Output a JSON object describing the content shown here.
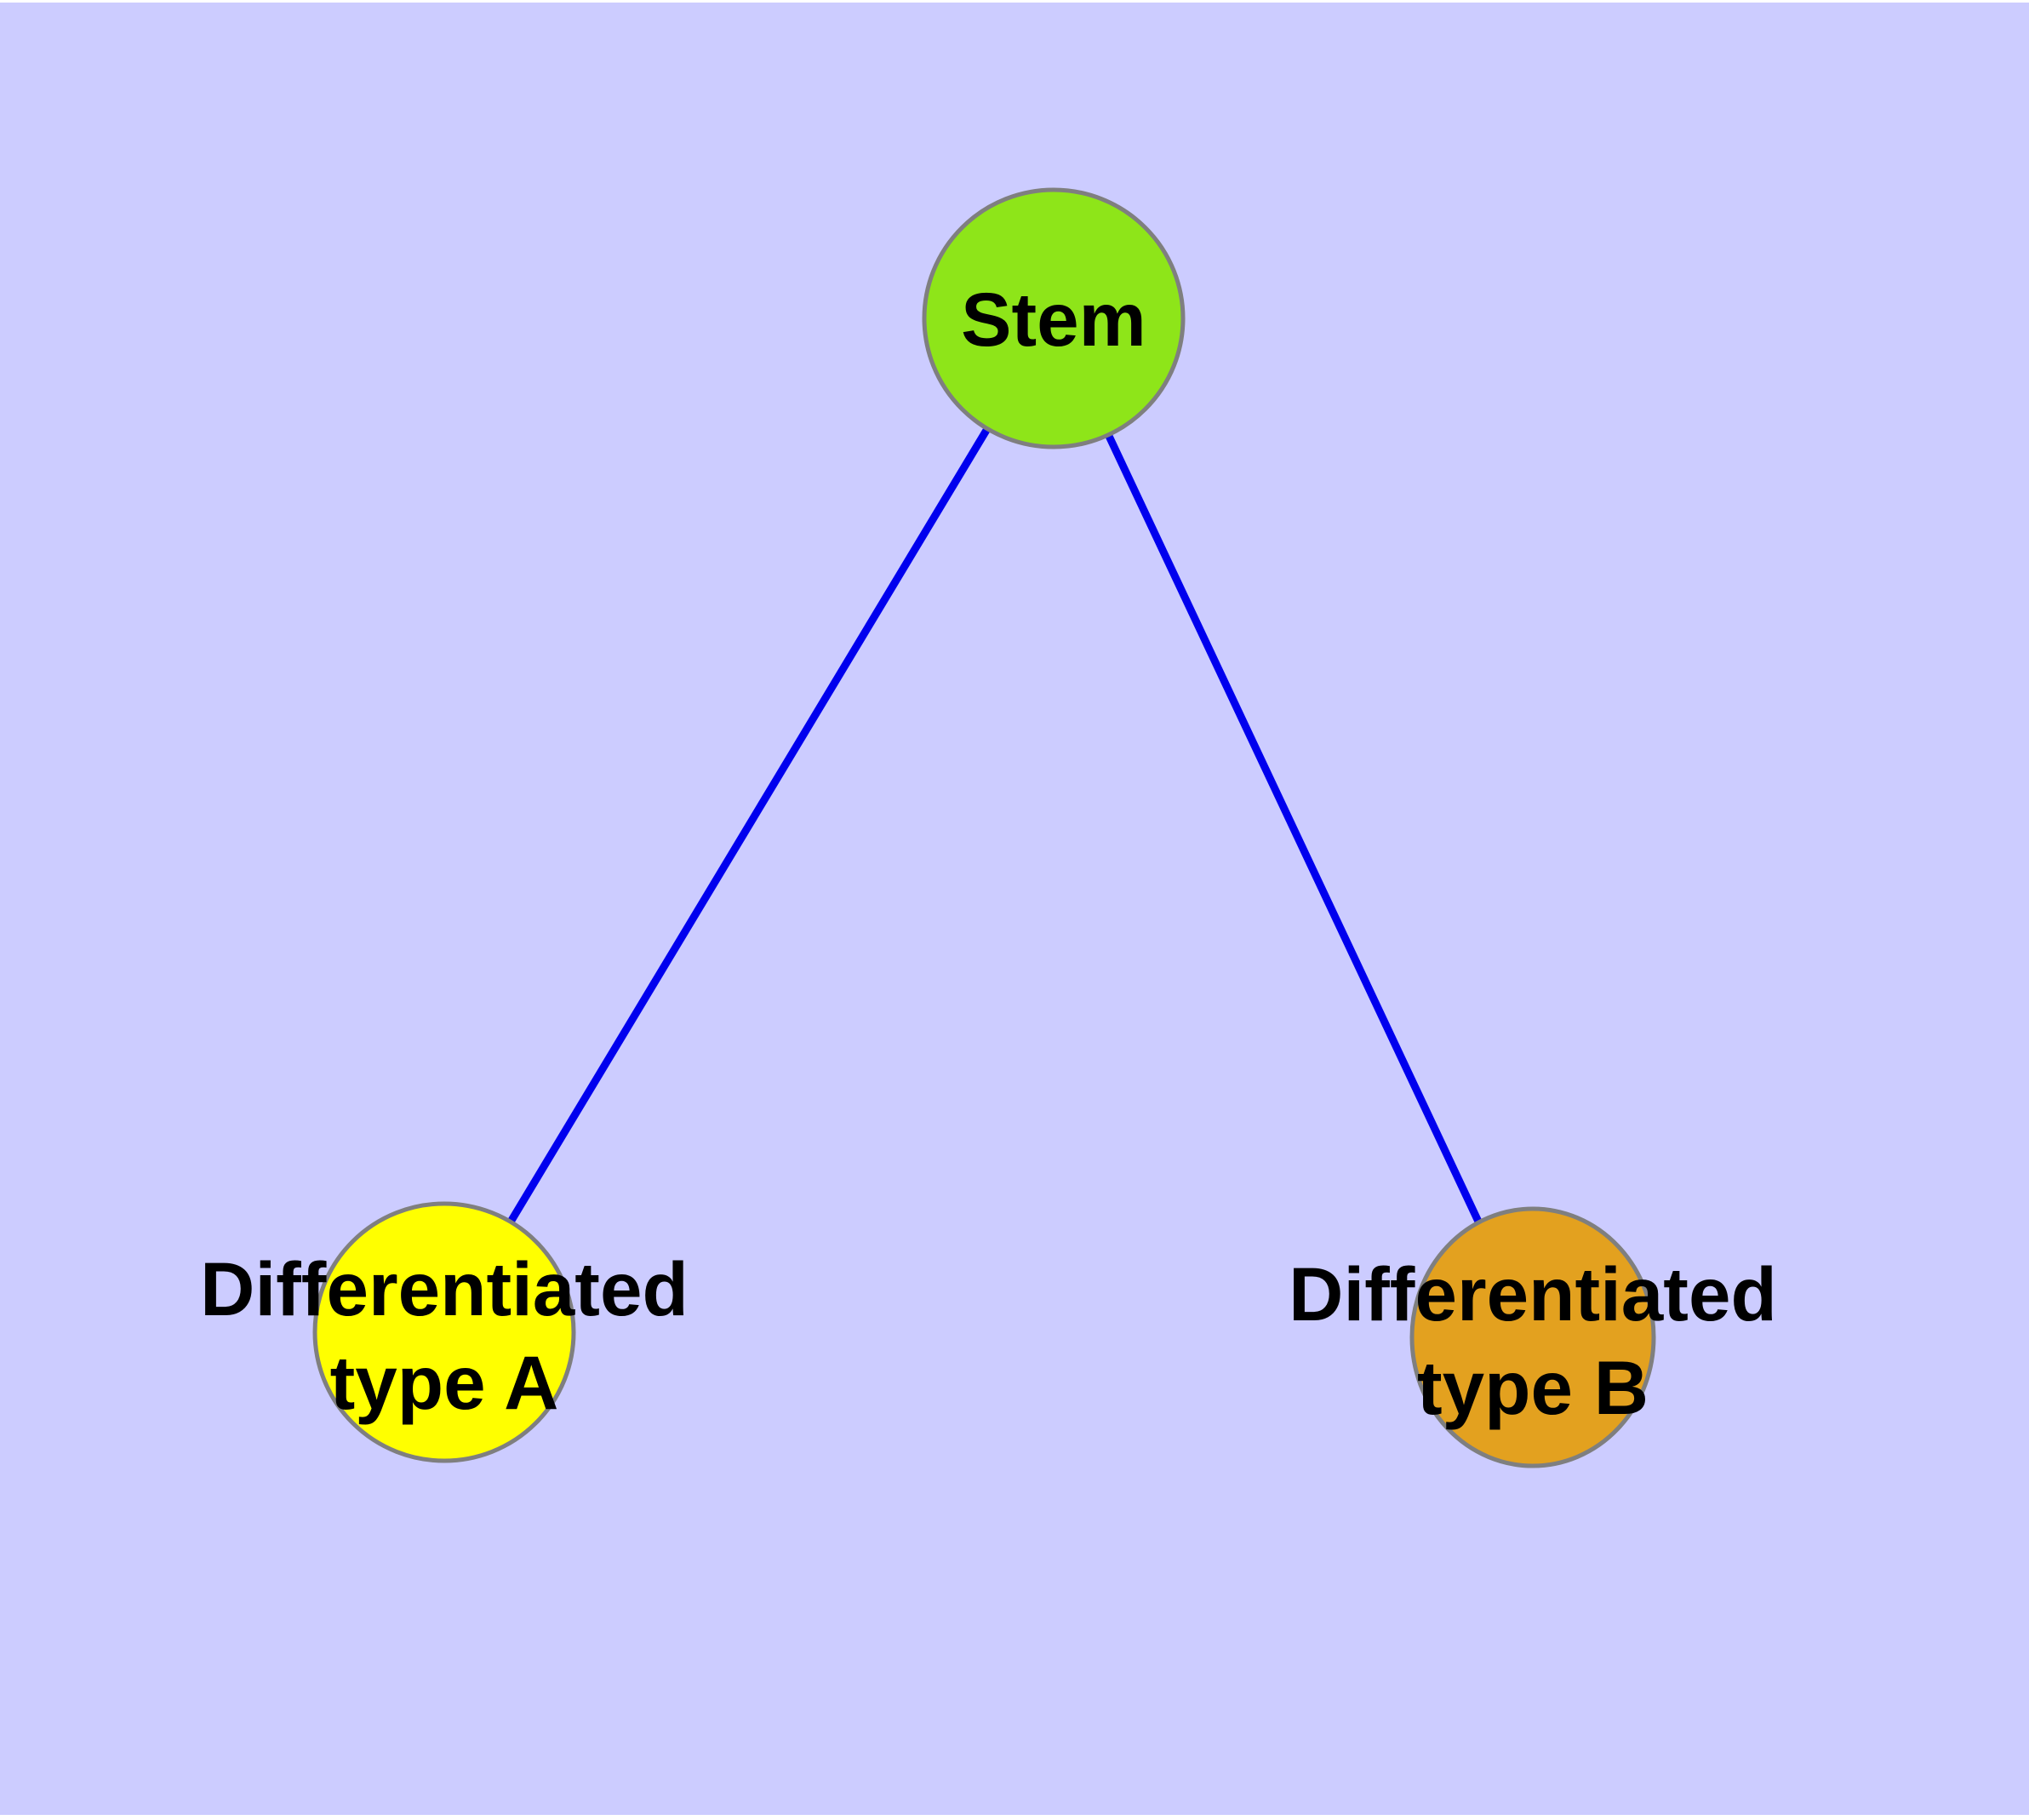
{
  "diagram": {
    "type": "graph",
    "background_color": "#CCCCFF",
    "edge_color": "#0000EE",
    "node_border_color": "#7F7F7F",
    "label_color": "#000000",
    "nodes": {
      "stem": {
        "label": "Stem",
        "fill": "#8EE519"
      },
      "type_a": {
        "label": "Differentiated type A",
        "label_lines": [
          "Differentiated",
          "type A"
        ],
        "fill": "#FFFF00"
      },
      "type_b": {
        "label": "Differentiated type B",
        "label_lines": [
          "Differentiated",
          "type B"
        ],
        "fill": "#E3A11F"
      }
    },
    "edges": [
      {
        "from": "Stem",
        "to": "Differentiated type A"
      },
      {
        "from": "Stem",
        "to": "Differentiated type B"
      }
    ]
  }
}
